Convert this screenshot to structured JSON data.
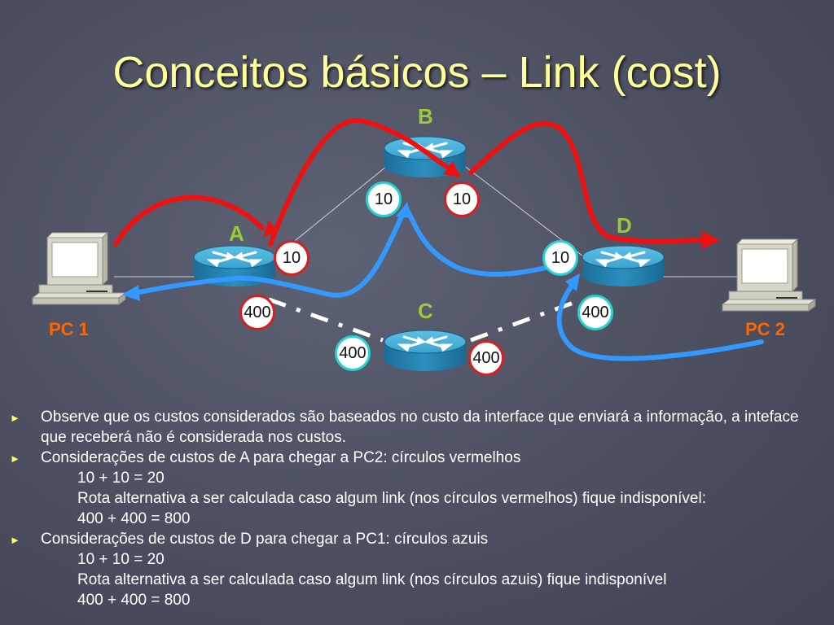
{
  "title": "Conceitos básicos – Link (cost)",
  "nodes": {
    "a": "A",
    "b": "B",
    "c": "C",
    "d": "D",
    "pc1": "PC 1",
    "pc2": "PC 2"
  },
  "costs": {
    "b_left": "10",
    "b_right": "10",
    "a_right": "10",
    "d_left": "10",
    "a_bottom": "400",
    "c_left": "400",
    "c_right": "400",
    "d_bottom": "400"
  },
  "colors": {
    "red_path": "#ee1111",
    "blue_path": "#3399ff",
    "title": "#ffff99",
    "node_label": "#99cc33",
    "pc_label": "#ff6600"
  },
  "bullets": [
    {
      "text": "Observe que os custos considerados são baseados no custo da interface que enviará a informação, a inteface que receberá não é considerada nos custos.",
      "sub": []
    },
    {
      "text": "Considerações de custos de A para chegar a PC2: círculos vermelhos",
      "sub": [
        "10 + 10 = 20",
        "Rota alternativa a ser calculada caso algum link (nos círculos vermelhos) fique indisponível:",
        "400 + 400 = 800"
      ]
    },
    {
      "text": "Considerações de custos de D para chegar a PC1: círculos azuis",
      "sub": [
        "10 + 10 = 20",
        "Rota alternativa a ser calculada caso algum link (nos círculos azuis) fique indisponível",
        "400 + 400 = 800"
      ]
    }
  ],
  "bullet_marker": "►"
}
